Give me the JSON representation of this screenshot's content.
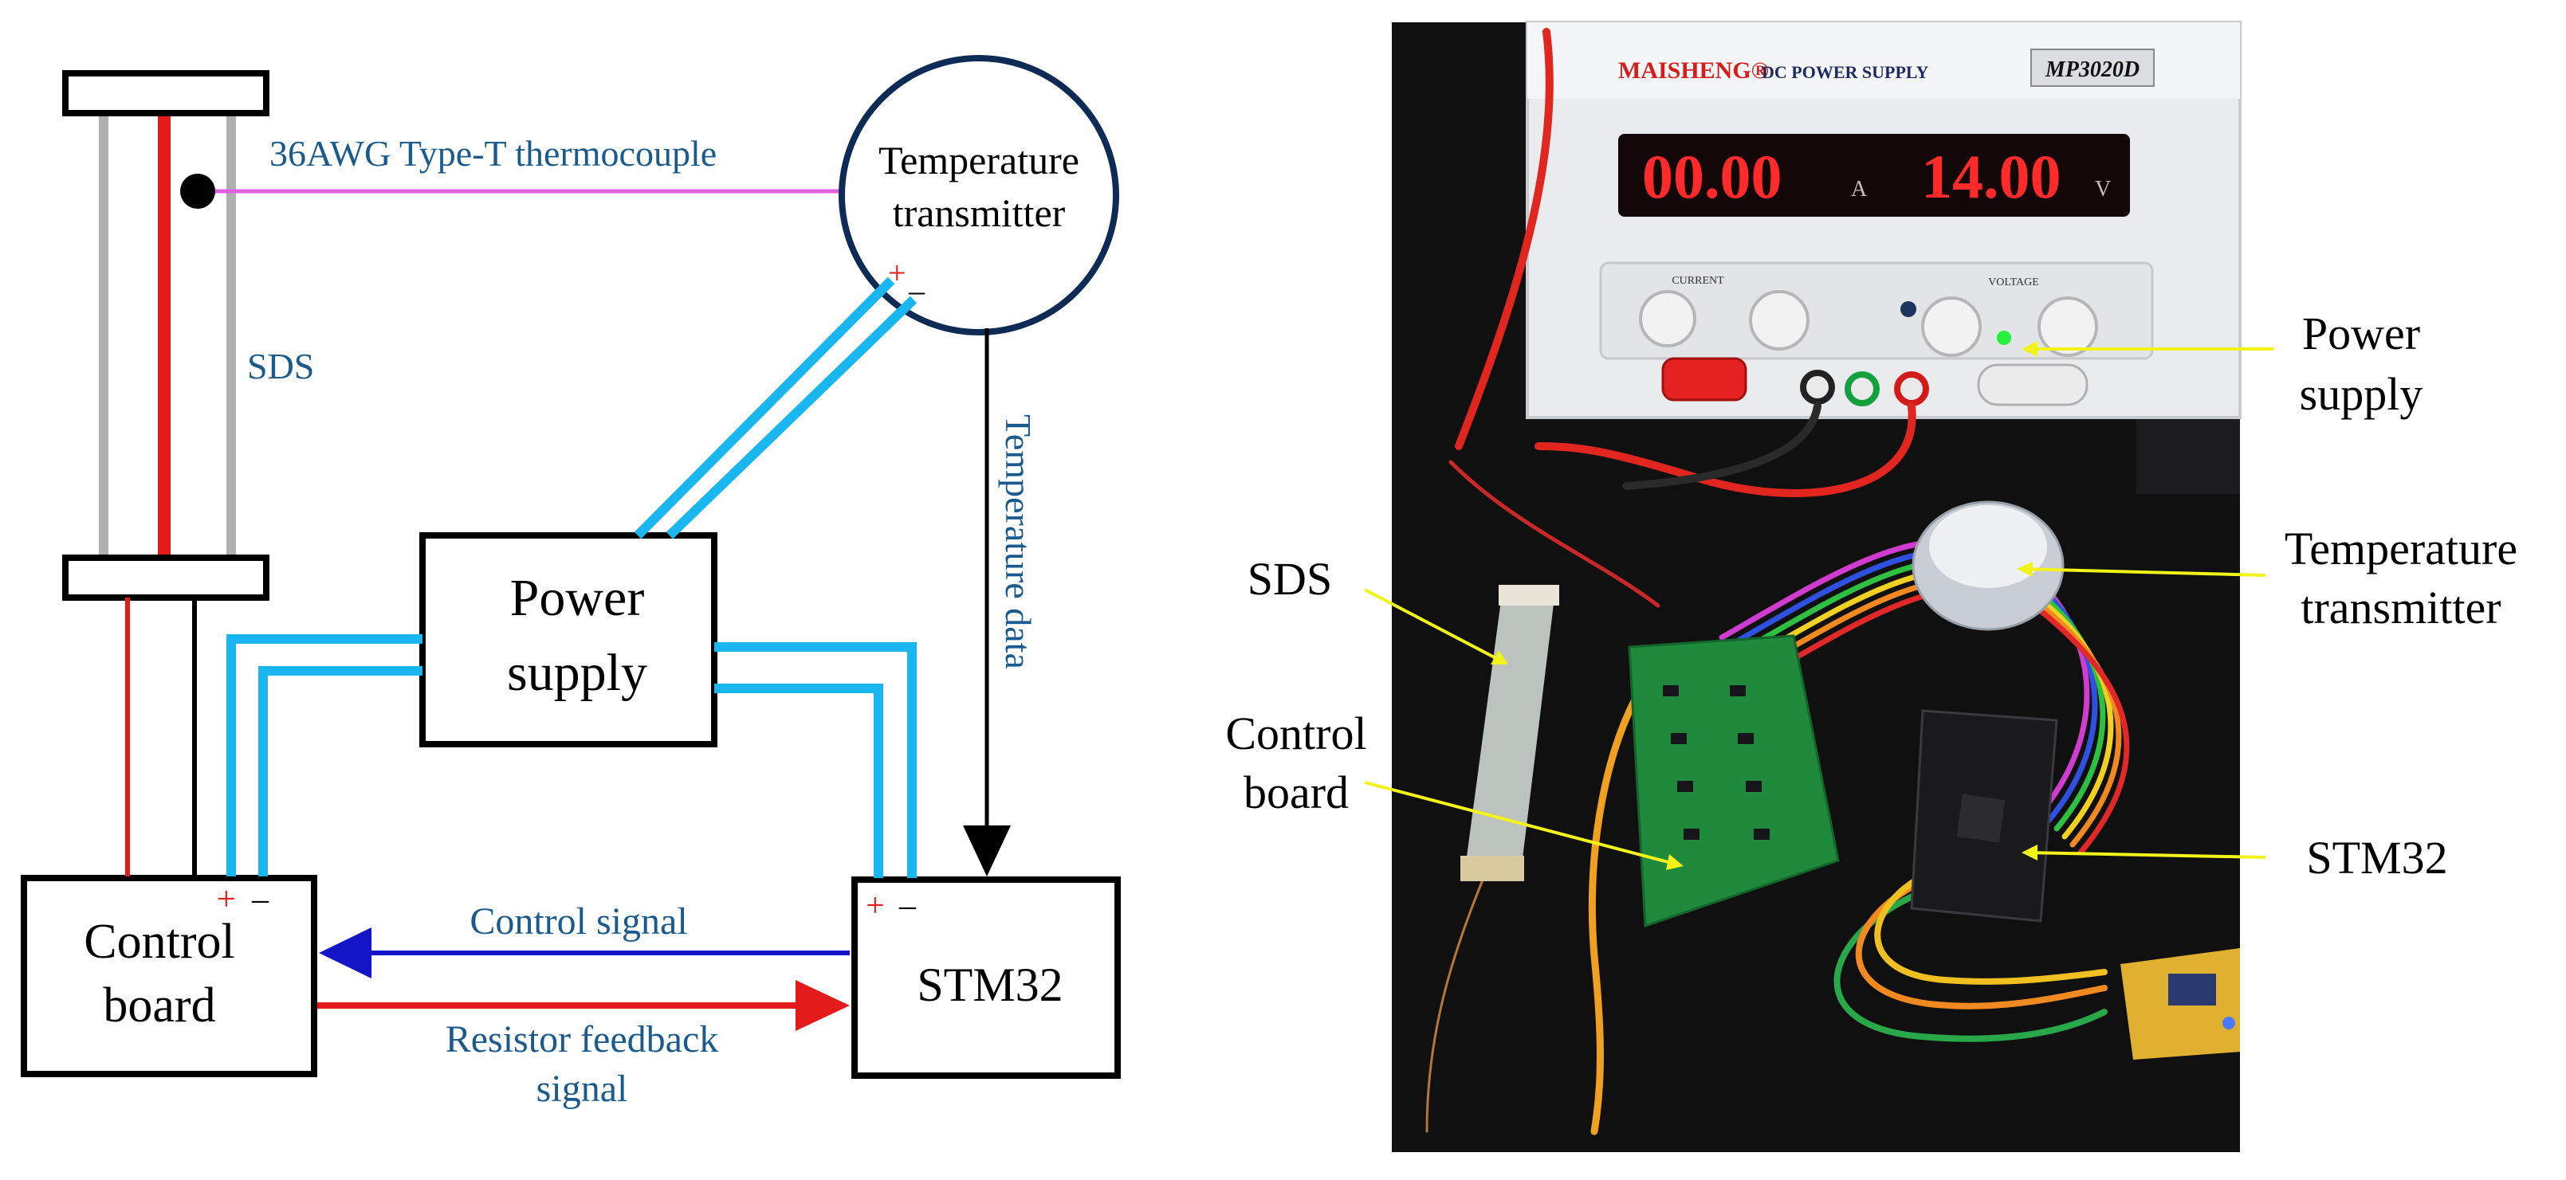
{
  "diagram": {
    "thermocouple_label": "36AWG Type-T thermocouple",
    "sds_label": "SDS",
    "temperature_transmitter": {
      "line1": "Temperature",
      "line2": "transmitter"
    },
    "power_supply": {
      "line1": "Power",
      "line2": "supply"
    },
    "control_board": {
      "line1": "Control",
      "line2": "board"
    },
    "stm32": "STM32",
    "temperature_data_label": "Temperature data",
    "control_signal_label": "Control signal",
    "resistor_feedback": {
      "line1": "Resistor feedback",
      "line2": "signal"
    },
    "plus": "+",
    "minus": "–",
    "colors": {
      "label_blue": "#1a5a8c",
      "cable_cyan": "#19b6ef",
      "red": "#e31b1b",
      "control_arrow": "#1515c8",
      "thermocouple": "#e060e0",
      "rail_gray": "#b0b0b0",
      "circle_border": "#0e2b55"
    }
  },
  "photo": {
    "psu_brand": "MAISHENG®",
    "psu_type": "DC POWER SUPPLY",
    "psu_model": "MP3020D",
    "current_display": "00.00",
    "current_unit": "A",
    "voltage_display": "14.00",
    "voltage_unit": "V",
    "knob_current_label": "CURRENT",
    "knob_voltage_label": "VOLTAGE",
    "labels": {
      "power_supply": {
        "line1": "Power",
        "line2": "supply"
      },
      "temperature_transmitter": {
        "line1": "Temperature",
        "line2": "transmitter"
      },
      "sds": "SDS",
      "control_board": {
        "line1": "Control",
        "line2": "board"
      },
      "stm32": "STM32"
    },
    "colors": {
      "background": "#101010",
      "pointer_yellow": "#f3f31a",
      "display_red": "#ff2a2a",
      "board_green": "#1f8a3c"
    }
  }
}
